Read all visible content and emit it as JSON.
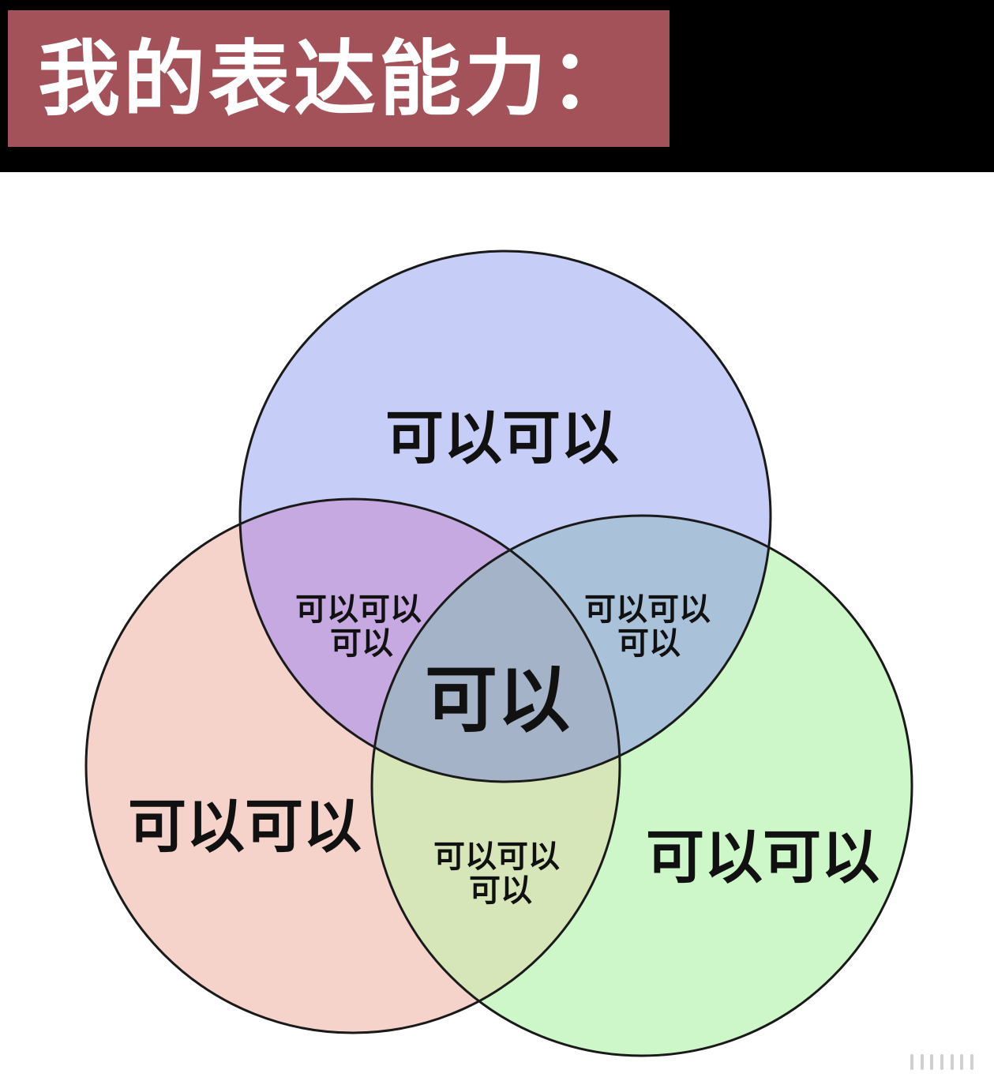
{
  "header": {
    "title": "我的表达能力："
  },
  "venn": {
    "circles": [
      {
        "id": "top",
        "fill": "#c6cdf7",
        "label": "可以可以"
      },
      {
        "id": "left",
        "fill": "#f5d3cb",
        "label": "可以可以"
      },
      {
        "id": "right",
        "fill": "#cdf7c8",
        "label": "可以可以"
      }
    ],
    "overlap_top_left": {
      "fill": "#c6a9e0",
      "line1": "可以可以",
      "line2": "可以"
    },
    "overlap_top_right": {
      "fill": "#a9c1d9",
      "line1": "可以可以",
      "line2": "可以"
    },
    "overlap_left_right": {
      "fill": "#d6e6b9",
      "line1": "可以可以",
      "line2": "可以"
    },
    "center": {
      "fill": "#a4b3c7",
      "label": "可以"
    },
    "stroke_color": "#1a1a1a"
  }
}
